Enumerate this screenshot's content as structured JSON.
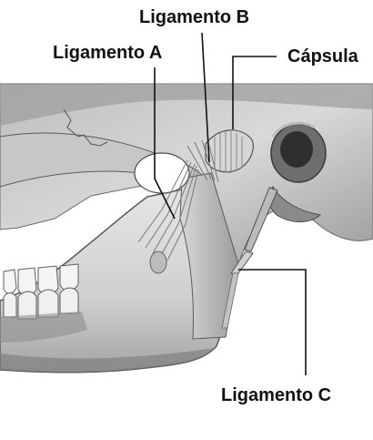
{
  "labels": {
    "ligamento_a": "Ligamento A",
    "ligamento_b": "Ligamento B",
    "capsula": "Cápsula",
    "ligamento_c": "Ligamento C"
  },
  "colors": {
    "background": "#ffffff",
    "bone_light": "#dcdcdc",
    "bone_mid": "#a9a9a9",
    "bone_dark": "#4a4a4a",
    "leader_line": "#111111",
    "label_text": "#111111"
  }
}
